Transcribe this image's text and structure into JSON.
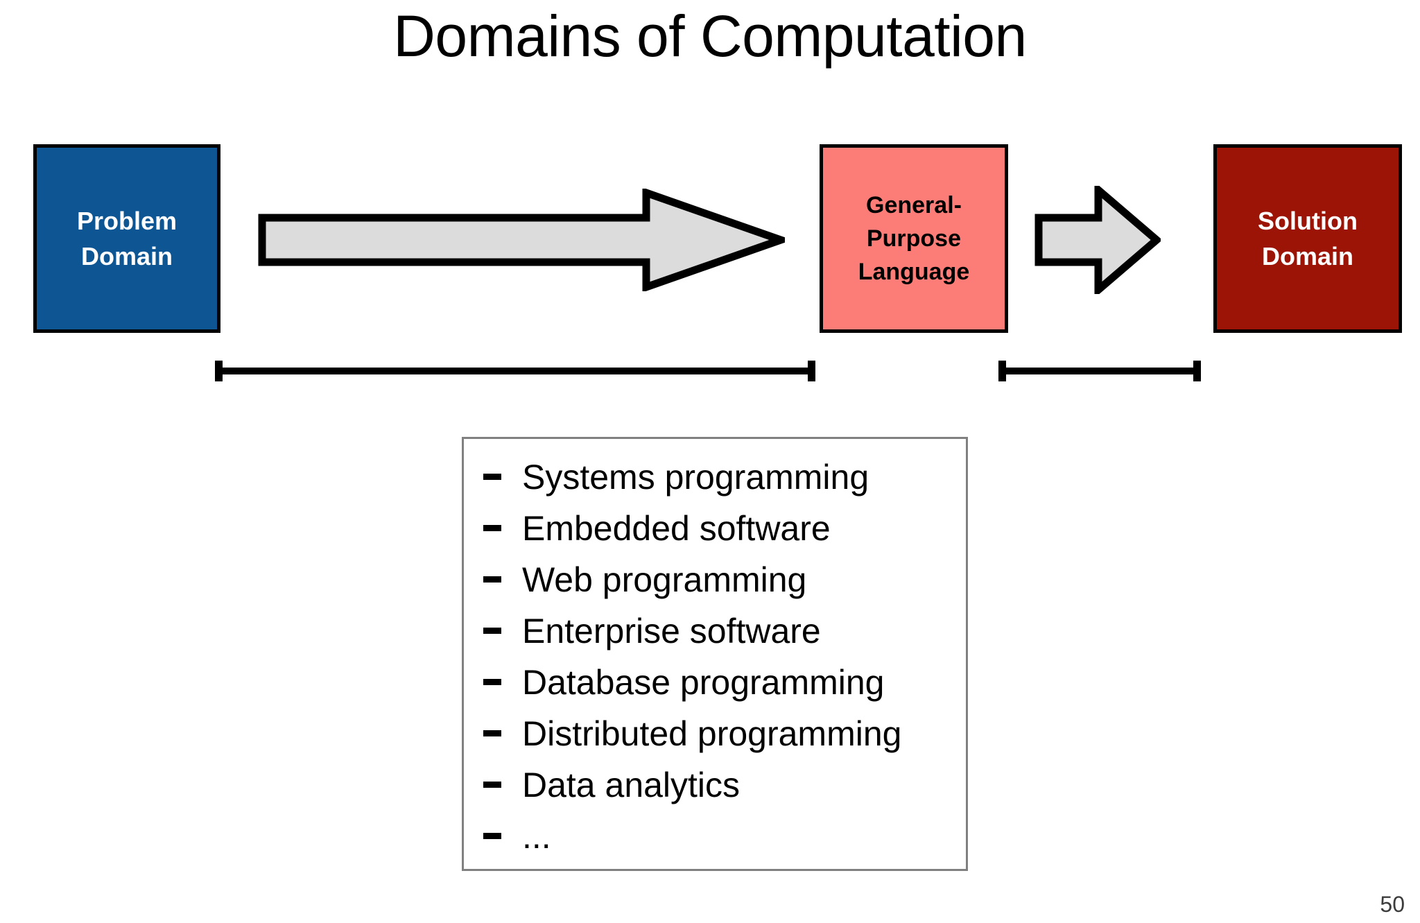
{
  "slide": {
    "title": "Domains of Computation",
    "page_number": "50",
    "background_color": "#ffffff"
  },
  "boxes": {
    "problem": {
      "line1": "Problem",
      "line2": "Domain",
      "fill_color": "#0d5693",
      "text_color": "#ffffff"
    },
    "language": {
      "line1": "General-",
      "line2": "Purpose",
      "line3": "Language",
      "fill_color": "#fc7d77",
      "text_color": "#000000"
    },
    "solution": {
      "line1": "Solution",
      "line2": "Domain",
      "fill_color": "#9b1405",
      "text_color": "#ffffff"
    }
  },
  "arrows": {
    "big": {
      "icon": "right-arrow-icon",
      "fill_color": "#dcdcdc",
      "stroke_color": "#000000"
    },
    "small": {
      "icon": "right-arrow-icon",
      "fill_color": "#dcdcdc",
      "stroke_color": "#000000"
    }
  },
  "brackets": {
    "left": {
      "icon": "span-bracket-icon",
      "color": "#000000"
    },
    "right": {
      "icon": "span-bracket-icon",
      "color": "#000000"
    }
  },
  "list": {
    "border_color": "#808080",
    "bullet_icon": "dash-bullet-icon",
    "items": [
      {
        "label": "Systems programming"
      },
      {
        "label": "Embedded software"
      },
      {
        "label": "Web programming"
      },
      {
        "label": "Enterprise software"
      },
      {
        "label": "Database programming"
      },
      {
        "label": "Distributed programming"
      },
      {
        "label": "Data analytics"
      },
      {
        "label": "..."
      }
    ]
  }
}
